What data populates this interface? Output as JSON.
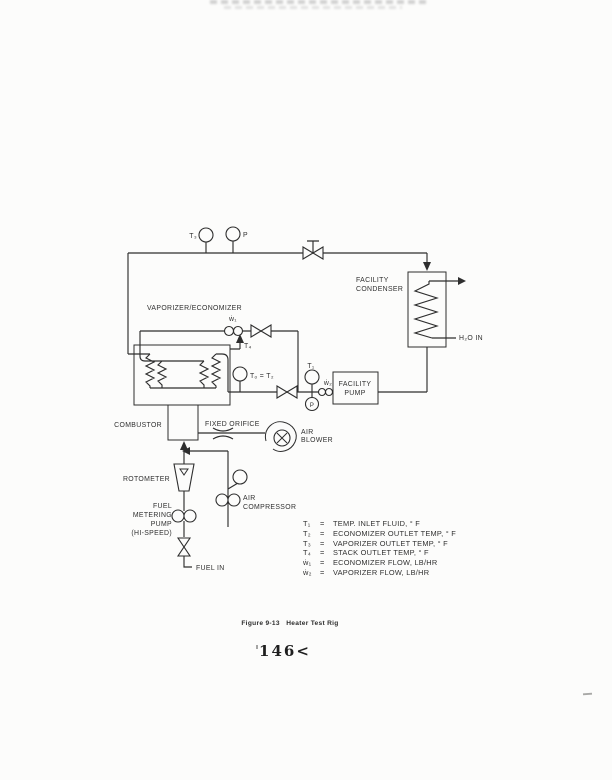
{
  "page": {
    "caption": "Figure 9-13   Heater Test Rig",
    "page_number": "146<"
  },
  "diagram": {
    "ink_color": "#2e2e2e",
    "labels": {
      "vaporizer_economizer": "VAPORIZER/ECONOMIZER",
      "combustor": "COMBUSTOR",
      "fixed_orifice": "FIXED ORIFICE",
      "air_blower_1": "AIR",
      "air_blower_2": "BLOWER",
      "rotometer": "ROTOMETER",
      "air_compressor_1": "AIR",
      "air_compressor_2": "COMPRESSOR",
      "fuel_pump_1": "FUEL",
      "fuel_pump_2": "METERING",
      "fuel_pump_3": "PUMP",
      "fuel_pump_4": "(HI-SPEED)",
      "fuel_in": "FUEL IN",
      "facility_condenser_1": "FACILITY",
      "facility_condenser_2": "CONDENSER",
      "facility_pump_1": "FACILITY",
      "facility_pump_2": "PUMP",
      "h2o_in": "H₂O IN",
      "t1": "T₁",
      "t3": "T₃",
      "t4": "T₄",
      "to_t2": "Tₒ = T₂",
      "w1": "ẇ₁",
      "w2": "ẇ₂",
      "p_top": "P",
      "p_pump": "P"
    },
    "legend": {
      "rows": [
        {
          "sym": "T₁",
          "eq": "=",
          "text": "TEMP. INLET FLUID, ° F"
        },
        {
          "sym": "T₂",
          "eq": "=",
          "text": "ECONOMIZER OUTLET TEMP, ° F"
        },
        {
          "sym": "T₃",
          "eq": "=",
          "text": "VAPORIZER OUTLET TEMP, ° F"
        },
        {
          "sym": "T₄",
          "eq": "=",
          "text": "STACK OUTLET TEMP, ° F"
        },
        {
          "sym": "ẇ₁",
          "eq": "=",
          "text": "ECONOMIZER FLOW, LB/HR"
        },
        {
          "sym": "ẇ₂",
          "eq": "=",
          "text": "VAPORIZER FLOW, LB/HR"
        }
      ]
    }
  }
}
